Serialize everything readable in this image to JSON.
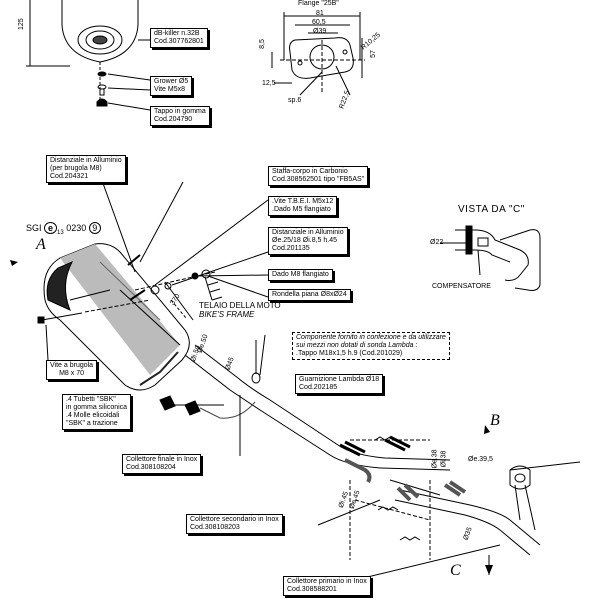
{
  "top": {
    "dim_125": "125",
    "flange_caption": "Flange \"25B\"",
    "killer": {
      "line1": "dB-killer n.32B",
      "line2": "Cod.307762801"
    },
    "grower": {
      "line1": "Grower Ø5",
      "line2": "Vite M5x8"
    },
    "tappo": {
      "line1": "Tappo in gomma",
      "line2": "Cod.204790"
    },
    "flange_dims": {
      "d81": "81",
      "d60_5": "60,5",
      "d39": "Ø39",
      "d57": "57",
      "d8_5": "8,5",
      "r10_25": "R10,25",
      "d12_5": "12,5",
      "sp6": "sp.6",
      "r22_5": "R22,5"
    }
  },
  "boxes": {
    "distanziale_all": {
      "line1": "Distanziale in Alluminio",
      "line2": "(per brugola M8)",
      "line3": "Cod.204321"
    },
    "staffa": {
      "line1": "Staffa-corpo in Carbonio",
      "line2": "Cod.308562501  tipo \"FB5AS\""
    },
    "vite_tbei": {
      "line1": ".Vite T.B.E.I. M5x12",
      "line2": ".Dado M5 flangiato"
    },
    "distanziale_2": {
      "line1": "Distanziale in Alluminio",
      "line2": "Øe.25/18  Øi.8,5  h.45",
      "line3": "Cod.201135"
    },
    "dado_m8": {
      "line1": "Dado M8 flangiato"
    },
    "rondella": {
      "line1": "Rondella piana Ø8xØ24"
    },
    "vite_brugola": {
      "line1": "Vite a brugola",
      "line2": "M8 x 70"
    },
    "componente": {
      "line1": "Componente fornito in confezione e da utilizzare",
      "line2": "sui mezzi non dotati di sonda Lambda :",
      "line3": ".Tappo M18x1,5 h.9 (Cod.201029)"
    },
    "guarnizione": {
      "line1": "Guarnizione Lambda Ø18",
      "line2": "Cod.202185"
    },
    "tubetti": {
      "line1": ".4 Tubetti \"SBK\"",
      "line2": "in gomma siliconica",
      "line3": ".4 Molle elicoidali",
      "line4": "\"SBK\" a trazione"
    },
    "collettore_finale": {
      "line1": "Collettore finale in Inox",
      "line2": "Cod.308108204"
    },
    "collettore_secondario": {
      "line1": "Collettore secondario in Inox",
      "line2": "Cod.308108203"
    },
    "collettore_primario": {
      "line1": "Collettore primario in Inox",
      "line2": "Cod.308588201"
    }
  },
  "labels": {
    "sgi": "SGI",
    "sgi_e": "e",
    "sgi_13": "13",
    "sgi_num": "0230",
    "sgi_circ": "9",
    "letter_a": "A",
    "letter_b": "B",
    "letter_c": "C",
    "telaio1": "TELAIO DELLA MOTO",
    "telaio2": "BIKE'S FRAME",
    "d370": "370",
    "d_e50": "Øe.50",
    "d_i50": "Øi.50",
    "d45": "Ø45",
    "d_e38": "Øe.38",
    "d_i38": "Øi.38",
    "d_i45": "Øi.45",
    "d_e45": "Øe.45",
    "d_e39_5": "Øe.39,5",
    "d35": "Ø35"
  },
  "vista": {
    "title": "VISTA DA \"C\"",
    "d22": "Ø22",
    "compensatore": "COMPENSATORE"
  }
}
